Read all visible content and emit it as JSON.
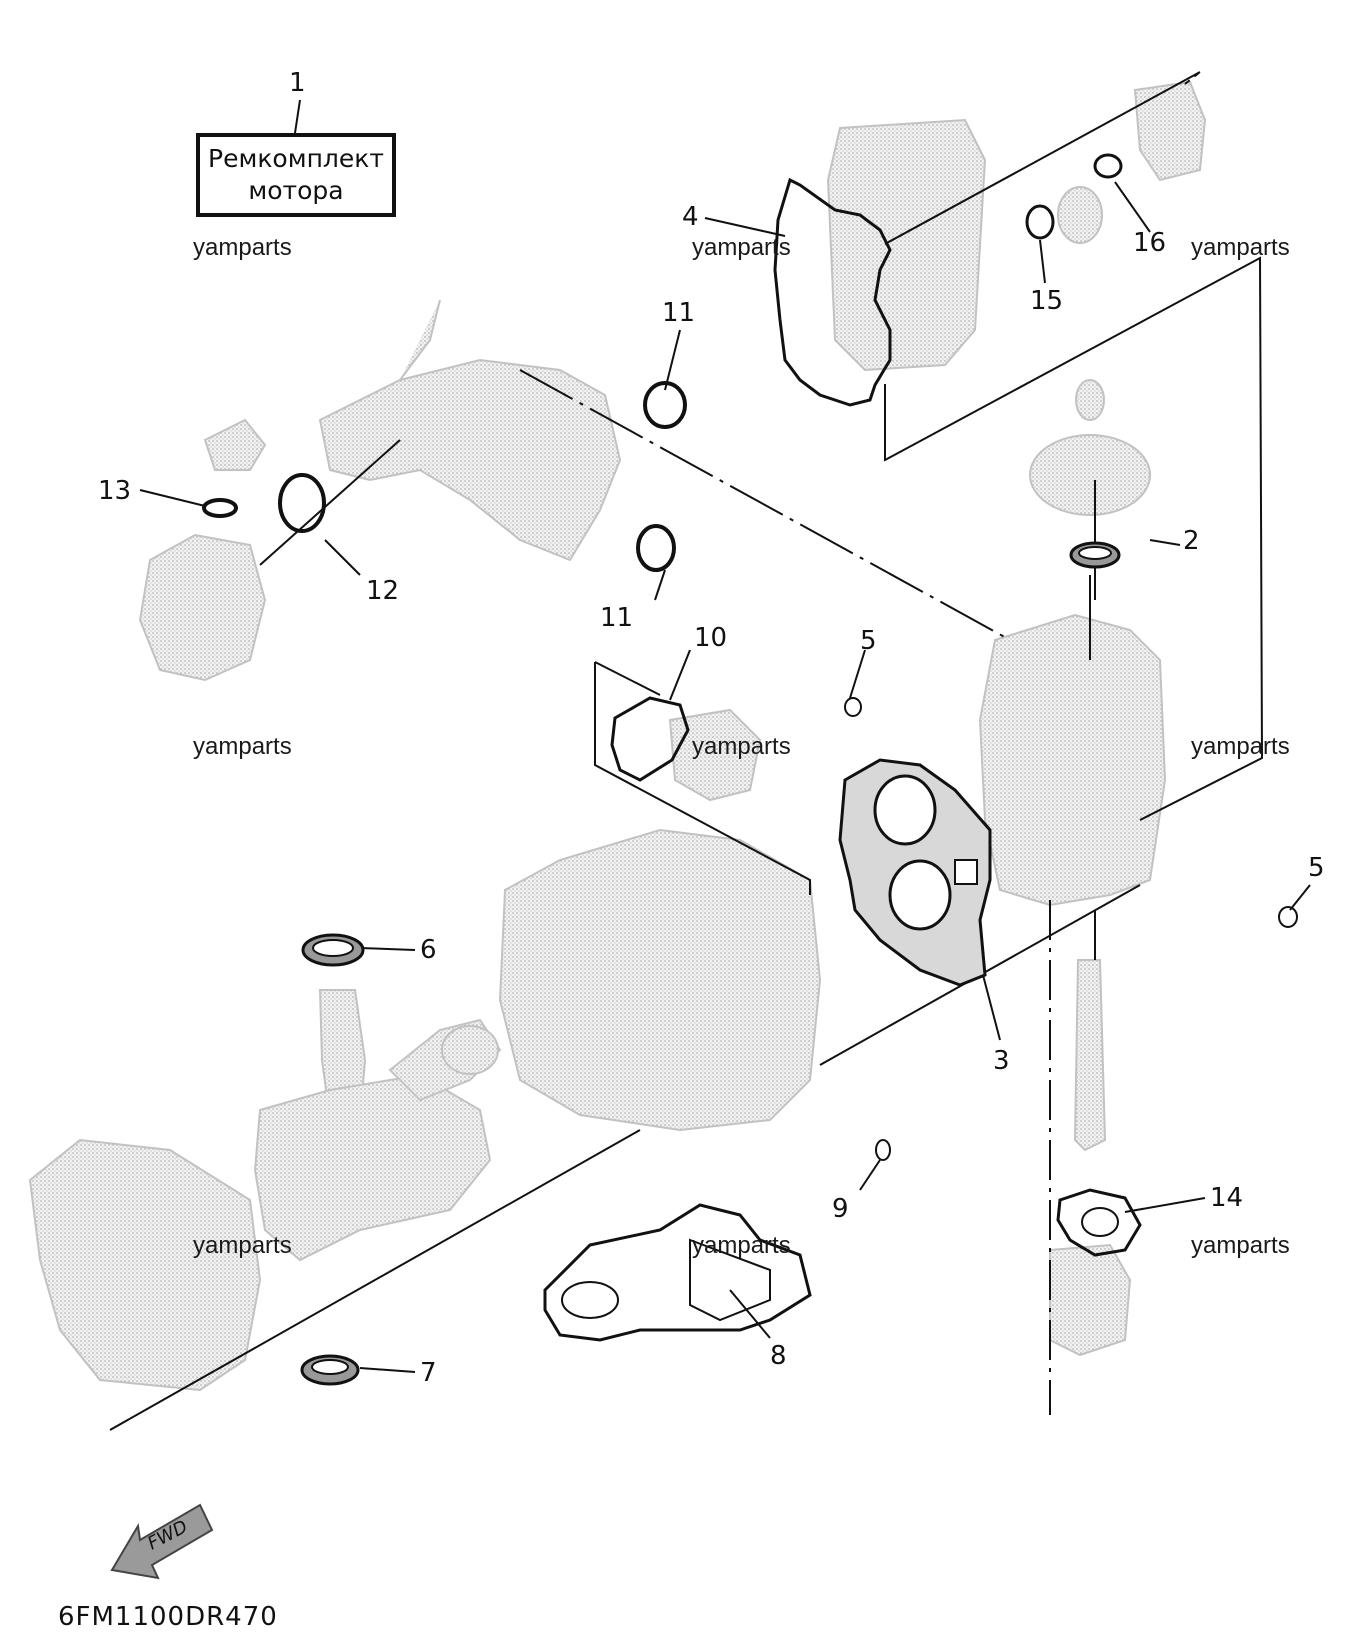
{
  "kit": {
    "label_line1": "Ремкомплект",
    "label_line2": "мотора"
  },
  "callouts": [
    {
      "id": "1",
      "text": "1"
    },
    {
      "id": "2",
      "text": "2"
    },
    {
      "id": "3",
      "text": "3"
    },
    {
      "id": "4",
      "text": "4"
    },
    {
      "id": "5a",
      "text": "5"
    },
    {
      "id": "5b",
      "text": "5"
    },
    {
      "id": "6",
      "text": "6"
    },
    {
      "id": "7",
      "text": "7"
    },
    {
      "id": "8",
      "text": "8"
    },
    {
      "id": "9",
      "text": "9"
    },
    {
      "id": "10",
      "text": "10"
    },
    {
      "id": "11a",
      "text": "11"
    },
    {
      "id": "11b",
      "text": "11"
    },
    {
      "id": "12",
      "text": "12"
    },
    {
      "id": "13",
      "text": "13"
    },
    {
      "id": "14",
      "text": "14"
    },
    {
      "id": "15",
      "text": "15"
    },
    {
      "id": "16",
      "text": "16"
    }
  ],
  "watermark": "yamparts",
  "fwd_label": "FWD",
  "diagram_code": "6FM1100DR470",
  "colors": {
    "line": "#111111",
    "part_fill": "#e6e6e6",
    "part_stroke": "#b8b8b8"
  }
}
